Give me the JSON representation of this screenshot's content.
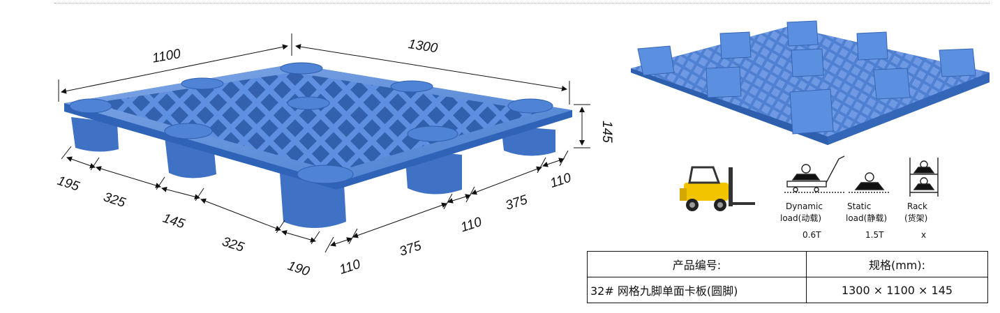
{
  "dimensions": {
    "length": "1300",
    "width": "1100",
    "height": "145",
    "front": [
      "195",
      "325",
      "145",
      "325",
      "190"
    ],
    "side": [
      "110",
      "375",
      "110",
      "375",
      "110"
    ]
  },
  "load_icons": [
    {
      "label_en": "Dynamic",
      "label_cn": "load(动载)",
      "value": "0.6T"
    },
    {
      "label_en": "Static",
      "label_cn": "load(静载)",
      "value": "1.5T"
    },
    {
      "label_en": "Rack",
      "label_cn": "(货架)",
      "value": "x"
    }
  ],
  "spec_table": {
    "header_name": "产品编号:",
    "header_size": "规格(mm):",
    "product_name": "32# 网格九脚单面卡板(圆脚)",
    "product_size": "1300 × 1100 × 145"
  },
  "colors": {
    "pallet": "#4a7fd0",
    "pallet_dark": "#2f5fae",
    "forklift": "#f2c400"
  }
}
